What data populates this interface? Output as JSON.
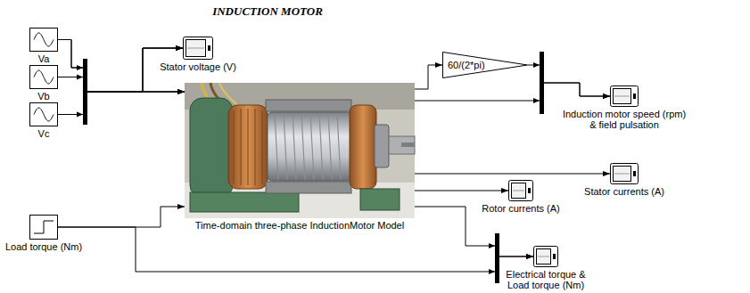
{
  "diagram": {
    "title": "INDUCTION MOTOR",
    "nodes": [
      {
        "text": [
          "Va"
        ]
      },
      {
        "text": [
          "Vb"
        ]
      },
      {
        "text": [
          "Vc"
        ]
      },
      {
        "text": [
          "Stator voltage (V)"
        ]
      },
      {
        "text": [
          "Load torque (Nm)"
        ]
      },
      {
        "text": [
          "Time-domain three-phase InductionMotor Model"
        ]
      },
      {
        "text": [
          "60/(2*pi)"
        ]
      },
      {
        "text": [
          "Induction motor speed (rpm) & field pulsation"
        ]
      },
      {
        "text": [
          "Stator currents (A)"
        ]
      },
      {
        "text": [
          "Rotor currents (A)"
        ]
      },
      {
        "text": [
          "Electrical torque & Load torque (Nm)"
        ]
      }
    ],
    "edges": [
      {
        "from": 0,
        "to": 5,
        "arrow": "to"
      },
      {
        "from": 1,
        "to": 5,
        "arrow": "to"
      },
      {
        "from": 2,
        "to": 5,
        "arrow": "to"
      },
      {
        "from": 0,
        "to": 3,
        "arrow": "to"
      },
      {
        "from": 1,
        "to": 3,
        "arrow": "to"
      },
      {
        "from": 2,
        "to": 3,
        "arrow": "to"
      },
      {
        "from": 4,
        "to": 5,
        "arrow": "to"
      },
      {
        "from": 4,
        "to": 10,
        "arrow": "to"
      },
      {
        "from": 5,
        "to": 6,
        "arrow": "to"
      },
      {
        "from": 6,
        "to": 7,
        "arrow": "to"
      },
      {
        "from": 5,
        "to": 7,
        "arrow": "to"
      },
      {
        "from": 5,
        "to": 8,
        "arrow": "to"
      },
      {
        "from": 5,
        "to": 9,
        "arrow": "to"
      },
      {
        "from": 5,
        "to": 10,
        "arrow": "to"
      }
    ]
  }
}
